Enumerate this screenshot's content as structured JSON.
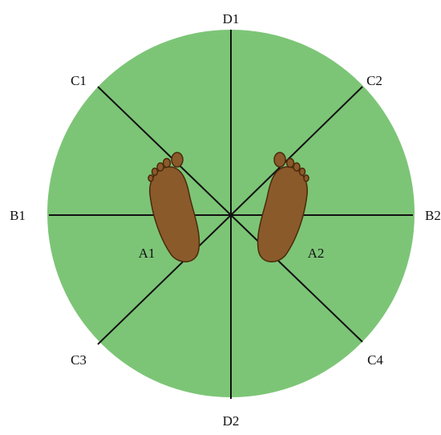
{
  "labels": {
    "d1": "D1",
    "d2": "D2",
    "b1": "B1",
    "b2": "B2",
    "c1": "C1",
    "c2": "C2",
    "c3": "C3",
    "c4": "C4",
    "a1": "A1",
    "a2": "A2"
  },
  "colors": {
    "circle_fill": "#7cc576",
    "line": "#111111",
    "foot_fill": "#8b5a2b",
    "foot_stroke": "#4a2a0c"
  },
  "icons": {
    "left_foot": "left-foot-icon",
    "right_foot": "right-foot-icon"
  }
}
